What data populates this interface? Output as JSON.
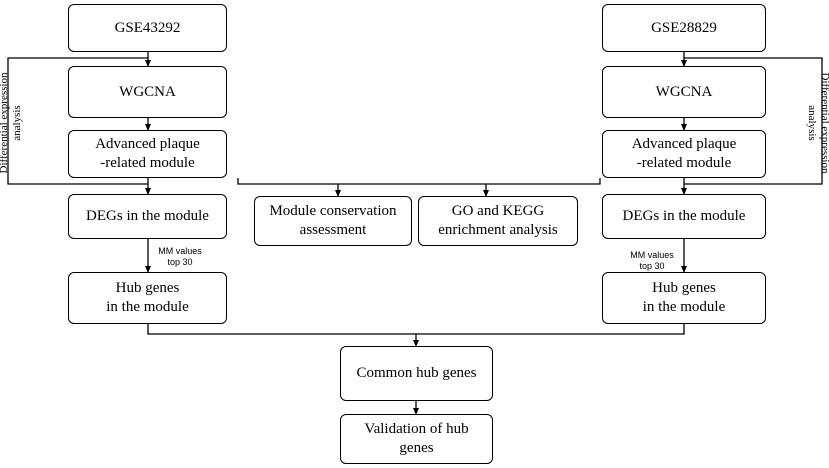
{
  "nodes": {
    "gse_left": "GSE43292",
    "wgcna_left": "WGCNA",
    "module_left": "Advanced plaque\n-related module",
    "degs_left": "DEGs in the module",
    "hub_left": "Hub genes\n in the module",
    "gse_right": "GSE28829",
    "wgcna_right": "WGCNA",
    "module_right": "Advanced plaque\n-related module",
    "degs_right": "DEGs in the module",
    "hub_right": "Hub genes\n in the module",
    "conservation": "Module conservation\nassessment",
    "enrichment": "GO and KEGG\nenrichment analysis",
    "common_hub": "Common hub genes",
    "validation": "Validation of hub\ngenes"
  },
  "annotations": {
    "mm_left": "MM values\ntop 30",
    "mm_right": "MM values\ntop 30",
    "dea_left": "Differential  expression\nanalysis",
    "dea_right": "Differential  expression\nanalysis"
  },
  "colors": {
    "stroke": "#000000",
    "background": "#ffffff"
  }
}
